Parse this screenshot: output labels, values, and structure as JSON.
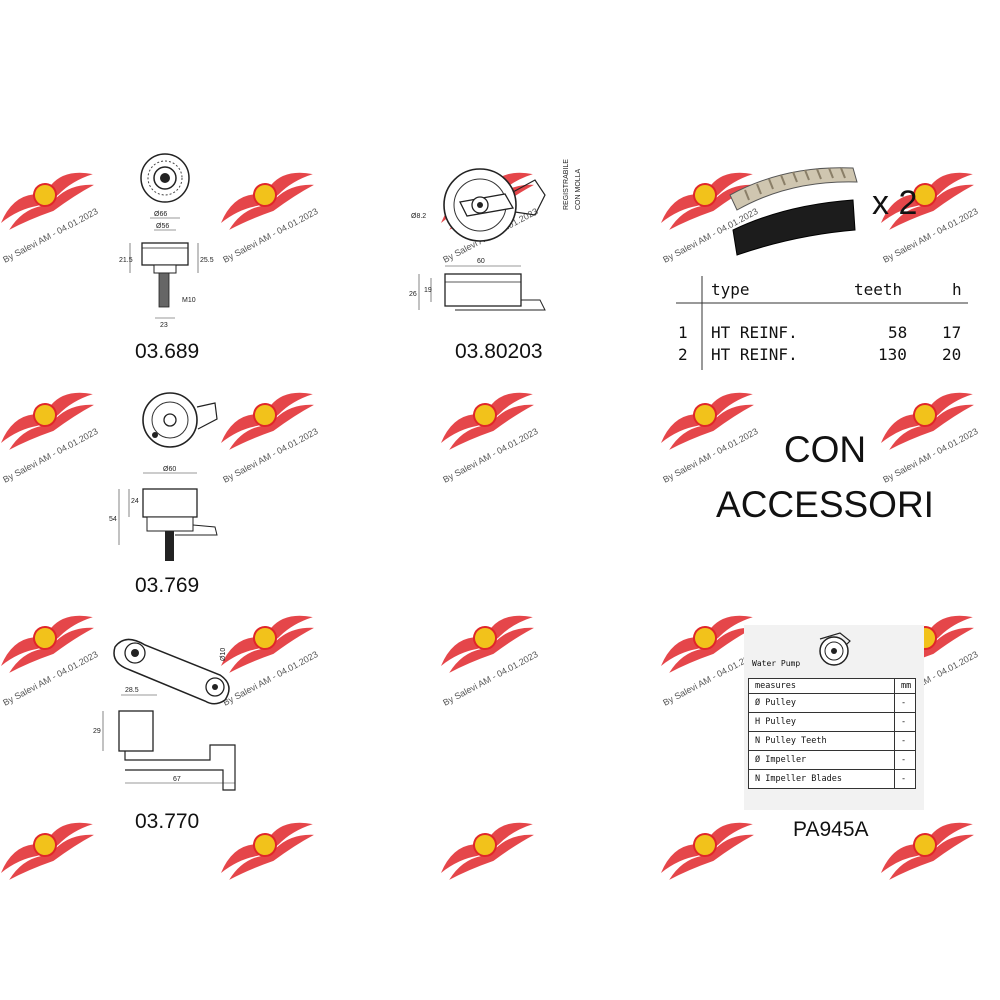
{
  "watermark": {
    "stamp_text": "By Salevi AM - 04.01.2023",
    "logo_color": "#e0262a",
    "logo_center_color": "#f2c21b"
  },
  "parts": [
    {
      "code": "03.689",
      "dims": [
        "Ø66",
        "Ø56",
        "21.5",
        "25.5",
        "M10",
        "23"
      ]
    },
    {
      "code": "03.80203",
      "dims": [
        "Ø8.2",
        "60",
        "26",
        "19"
      ],
      "note_lines": [
        "REGISTRABILE",
        "CON MOLLA"
      ]
    },
    {
      "code": "03.769",
      "dims": [
        "Ø60",
        "24",
        "54"
      ]
    },
    {
      "code": "03.770",
      "dims": [
        "Ø10",
        "28.5",
        "29",
        "67"
      ]
    }
  ],
  "belts": {
    "multiplier": "x 2",
    "headers": {
      "type": "type",
      "teeth": "teeth",
      "h": "h"
    },
    "rows": [
      {
        "n": "1",
        "type": "HT REINF.",
        "teeth": "58",
        "h": "17"
      },
      {
        "n": "2",
        "type": "HT REINF.",
        "teeth": "130",
        "h": "20"
      }
    ]
  },
  "accessories": {
    "line1": "CON",
    "line2": "ACCESSORI"
  },
  "water_pump": {
    "code": "PA945A",
    "title": "Water Pump",
    "header": {
      "label": "measures",
      "unit": "mm"
    },
    "rows": [
      {
        "label": "Ø Pulley",
        "value": "-"
      },
      {
        "label": "H Pulley",
        "value": "-"
      },
      {
        "label": "N Pulley Teeth",
        "value": "-"
      },
      {
        "label": "Ø Impeller",
        "value": "-"
      },
      {
        "label": "N Impeller Blades",
        "value": "-"
      }
    ]
  }
}
